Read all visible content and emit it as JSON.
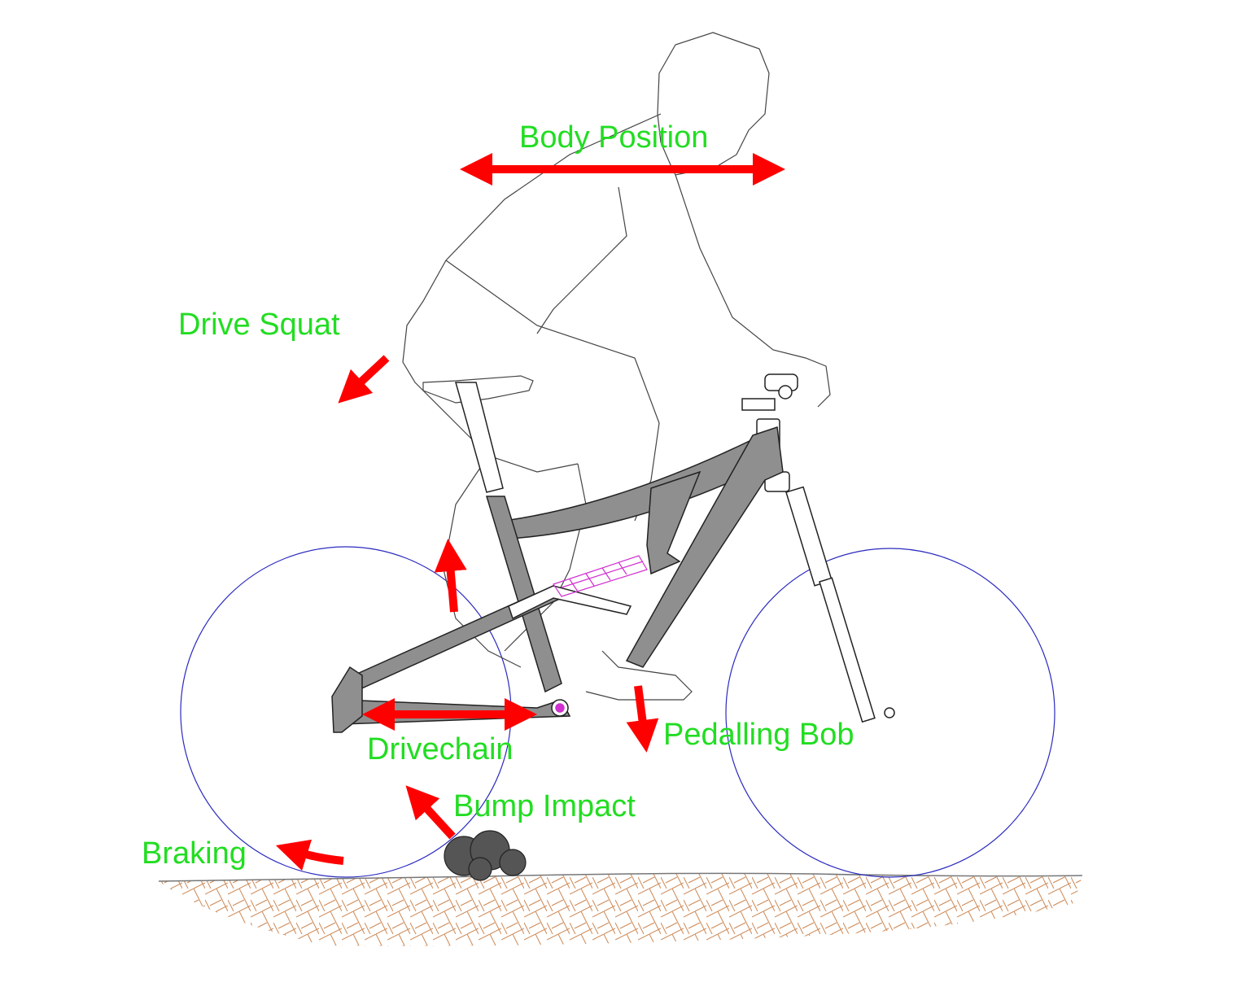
{
  "labels": {
    "body_position": "Body Position",
    "drive_squat": "Drive Squat",
    "drivechain": "Drivechain",
    "pedalling_bob": "Pedalling Bob",
    "bump_impact": "Bump Impact",
    "braking": "Braking"
  },
  "colors": {
    "label": "#22dd22",
    "force_arrow": "#ff0000",
    "frame": "#8f8f8f",
    "frame_outline": "#222222",
    "wheel": "#2b2bbf",
    "rider_outline": "#444444",
    "ground_hatch": "#cc8855",
    "shock": "#d030d0",
    "rock": "#555555"
  }
}
